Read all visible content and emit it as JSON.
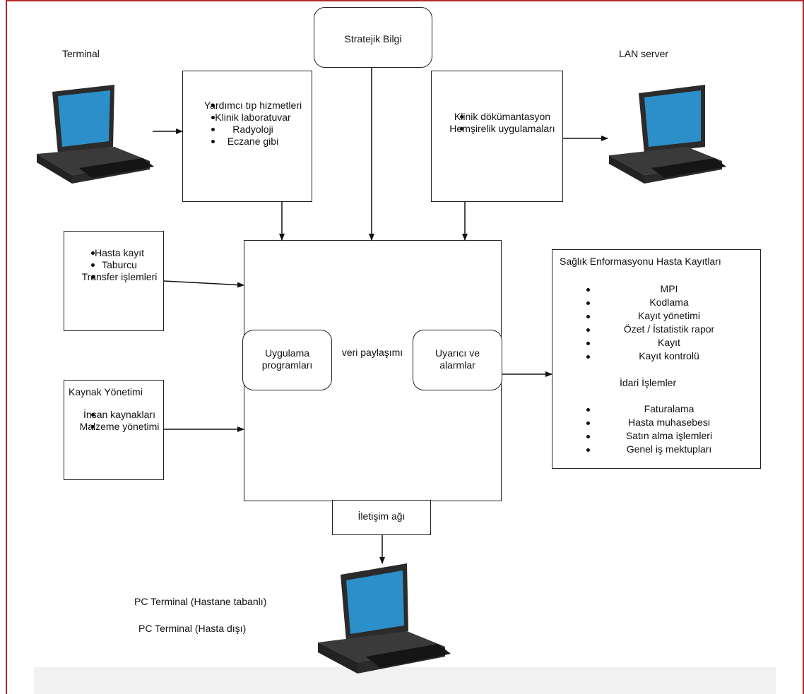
{
  "terminal_left": {
    "label": "Terminal"
  },
  "lan_server": {
    "label": "LAN server"
  },
  "strategic": {
    "label": "Stratejik Bilgi"
  },
  "ancillary_box": {
    "items": [
      "Yardımcı tıp hizmetleri",
      "Klinik laboratuvar",
      "Radyoloji",
      "Eczane gibi"
    ]
  },
  "clinical_box": {
    "items": [
      "Klinik dökümantasyon",
      "Hemşirelik uygulamaları"
    ]
  },
  "patient_box": {
    "items": [
      "Hasta kayıt",
      "Taburcu",
      "Transfer işlemleri"
    ]
  },
  "resource_box": {
    "title": "Kaynak Yönetimi",
    "items": [
      "İnsan kaynakları",
      "Malzeme yönetimi"
    ]
  },
  "center": {
    "app_programs": "Uygulama programları",
    "data_sharing": "veri paylaşımı",
    "alerts": "Uyarıcı ve alarmlar",
    "network": "İletişim ağı"
  },
  "records_box": {
    "title": "Sağlık Enformasyonu Hasta Kayıtları",
    "items": [
      "MPI",
      "Kodlama",
      "Kayıt yönetimi",
      "Özet / İstatistik rapor",
      "Kayıt",
      "Kayıt kontrolü"
    ],
    "admin_title": "İdari İşlemler",
    "admin_items": [
      "Faturalama",
      "Hasta muhasebesi",
      "Satın alma işlemleri",
      "Genel iş mektupları"
    ]
  },
  "pc_terminal": {
    "hospital": "PC Terminal (Hastane tabanlı)",
    "outside": "PC Terminal (Hasta dışı)"
  },
  "colors": {
    "frame": "#b02a2a",
    "screen": "#2c8fc9",
    "body": "#2b2b2b"
  },
  "icons": [
    "desktop-computer-icon"
  ]
}
